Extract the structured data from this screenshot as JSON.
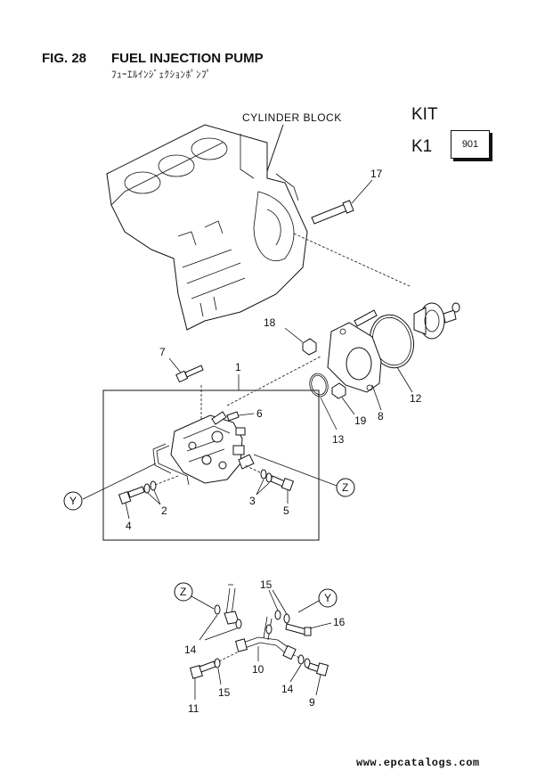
{
  "header": {
    "figure_number": "FIG. 28",
    "title": "FUEL INJECTION PUMP",
    "subtitle": "ﾌｭｰｴﾙｲﾝｼﾞｪｸｼｮﾝﾎﾟﾝﾌﾟ"
  },
  "kit": {
    "label": "KIT",
    "k1_label": "K1",
    "k1_value": "901"
  },
  "callouts": {
    "cylinder_block": "CYLINDER  BLOCK",
    "ref_y": "Y",
    "ref_z": "Z",
    "parts": [
      "1",
      "2",
      "3",
      "4",
      "5",
      "6",
      "7",
      "8",
      "9",
      "10",
      "11",
      "12",
      "13",
      "14",
      "15",
      "16",
      "17",
      "18",
      "19"
    ]
  },
  "footer": {
    "watermark": "www.epcatalogs.com"
  }
}
